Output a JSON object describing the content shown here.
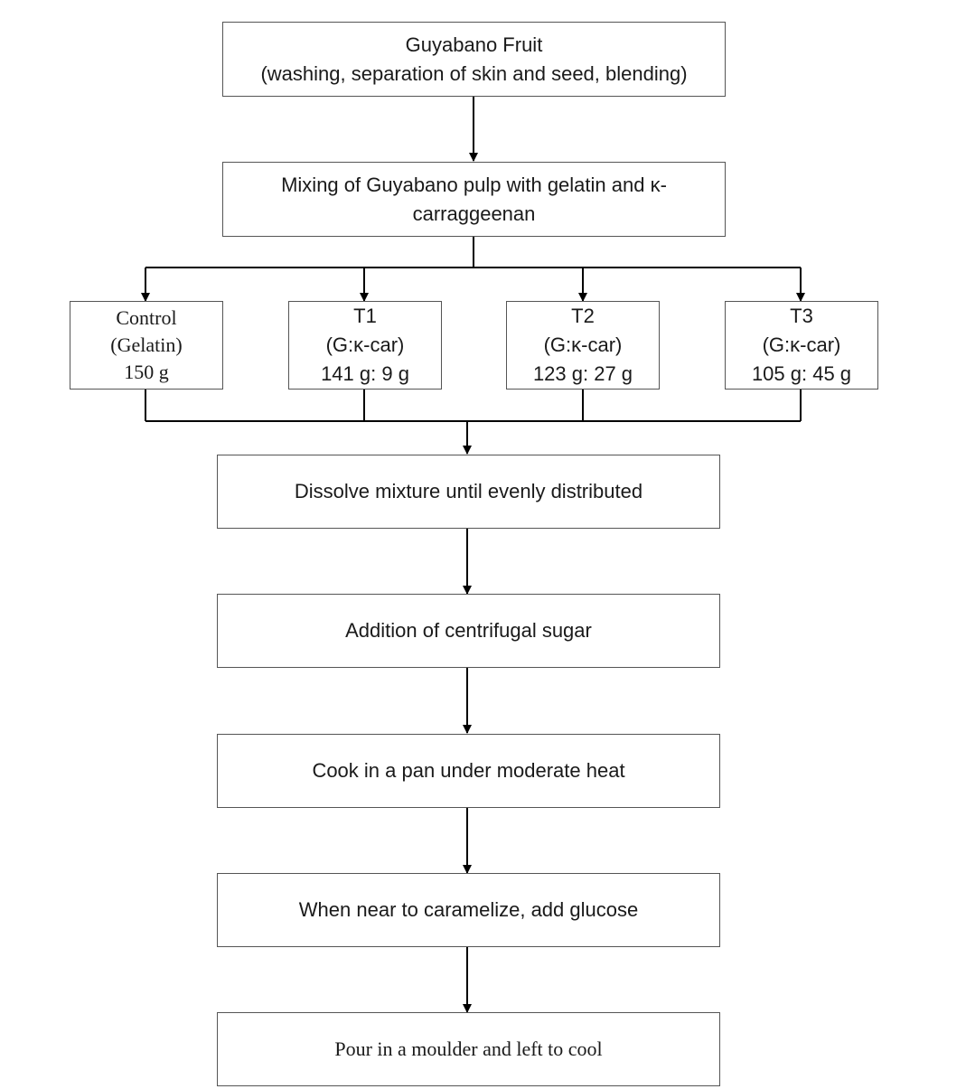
{
  "diagram": {
    "steps": {
      "fruit": {
        "line1": "Guyabano Fruit",
        "line2": "(washing, separation of skin and seed, blending)"
      },
      "mixing": {
        "line1": "Mixing of Guyabano pulp with gelatin and κ-",
        "line2": "carraggeenan"
      },
      "dissolve": "Dissolve mixture until evenly distributed",
      "sugar": "Addition of centrifugal sugar",
      "cook": "Cook in a pan under moderate heat",
      "glucose": "When near to caramelize, add glucose",
      "pour": "Pour in a moulder and left to cool"
    },
    "treatments": [
      {
        "name": "Control",
        "ratio": "(Gelatin)",
        "amount": "150 g"
      },
      {
        "name": "T1",
        "ratio": "(G:κ-car)",
        "amount": "141 g: 9 g"
      },
      {
        "name": "T2",
        "ratio": "(G:κ-car)",
        "amount": "123 g: 27 g"
      },
      {
        "name": "T3",
        "ratio": "(G:κ-car)",
        "amount": "105 g: 45 g"
      }
    ]
  }
}
